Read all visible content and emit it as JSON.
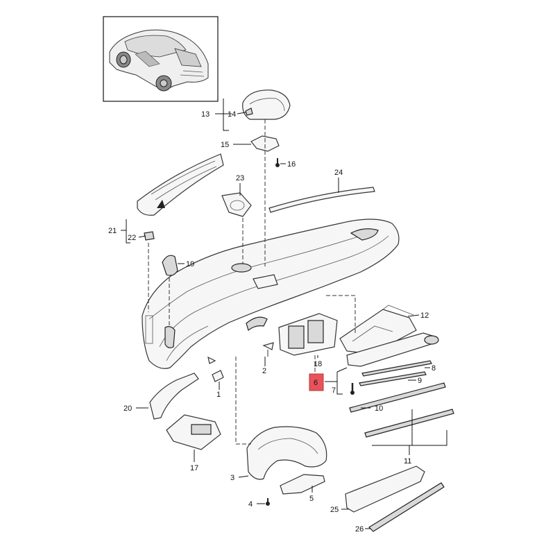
{
  "callouts": {
    "c1": "1",
    "c2": "2",
    "c3": "3",
    "c4": "4",
    "c5": "5",
    "c6": "6",
    "c7": "7",
    "c8": "8",
    "c9": "9",
    "c10": "10",
    "c11": "11",
    "c12": "12",
    "c13": "13",
    "c14": "14",
    "c15": "15",
    "c16": "16",
    "c17": "17",
    "c18": "18",
    "c19": "19",
    "c20": "20",
    "c21": "21",
    "c22": "22",
    "c23": "23",
    "c24": "24",
    "c25": "25",
    "c26": "26"
  },
  "highlighted_callout": "6",
  "colors": {
    "highlight": "#e8535b",
    "line": "#111111",
    "part_fill": "#f6f6f6"
  }
}
